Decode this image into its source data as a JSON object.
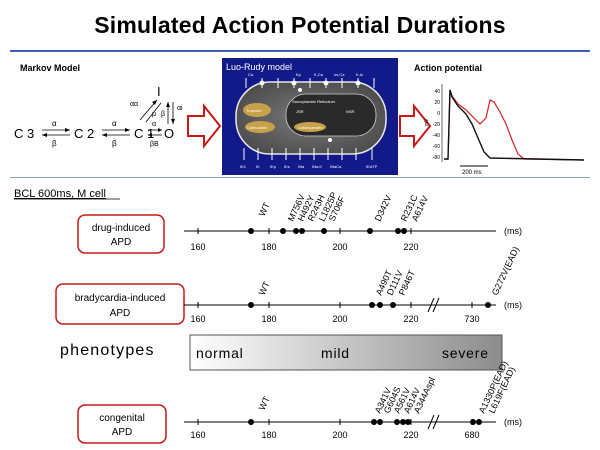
{
  "title": "Simulated Action Potential Durations",
  "top_panel": {
    "markov_label": "Markov Model",
    "lr_label": "Luo-Rudy model",
    "ap_label": "Action potential",
    "markov": {
      "states": [
        "C 3",
        "C 2",
        "C 1",
        "O",
        "I"
      ],
      "rates": [
        "α",
        "β",
        "α",
        "β",
        "α",
        "β",
        "α",
        "β",
        "βΒ",
        "αα",
        "μ",
        "β",
        "αi"
      ]
    },
    "cell_labels": {
      "top": [
        "I",
        "Ca",
        "ICa",
        "Ca,b",
        "Kp",
        "K,Ca",
        "ns,Ca",
        "Cl",
        "K,lo"
      ],
      "bottom": [
        "IK1",
        "IK",
        "IKp",
        "IKs",
        "INa",
        "INa,K",
        "INaCa",
        "INa,b",
        "ICa,T",
        "IKATP"
      ],
      "inside": [
        "Sarcoplasmic Reticulum",
        "JSR",
        "NSR",
        "Troponin",
        "Calmodulin",
        "Calsequestrin",
        "Iup",
        "Itr",
        "Irel",
        "Ileak"
      ]
    },
    "ap_plot": {
      "y_ticks": [
        "40",
        "20",
        "0",
        "-20",
        "-40",
        "-60",
        "-80"
      ],
      "scale_label": "200 ms",
      "ylabel": "mV"
    }
  },
  "condition_label": "BCL 600ms, M cell",
  "units": "(ms)",
  "rows": [
    {
      "name": "drug-induced\nAPD",
      "line1": "drug-induced",
      "line2": "APD",
      "ticks": [
        "160",
        "180",
        "200",
        "220"
      ],
      "mutations": [
        "WT",
        "M756V",
        "H492Y",
        "R243H",
        "L1825P",
        "S706F",
        "D342V",
        "R231C",
        "A614V"
      ]
    },
    {
      "line1": "bradycardia-induced",
      "line2": "APD",
      "ticks": [
        "160",
        "180",
        "200",
        "220",
        "730"
      ],
      "mutations": [
        "WT",
        "A490T",
        "D111V",
        "P846T",
        "G272V(EAD)"
      ]
    },
    {
      "line1": "congenital",
      "line2": "APD",
      "ticks": [
        "160",
        "180",
        "200",
        "220",
        "680"
      ],
      "mutations": [
        "WT",
        "A341V",
        "G604S",
        "A561V",
        "A614V",
        "A344Aspl",
        "A1330P(EAD)",
        "L619F(EAD)"
      ]
    }
  ],
  "phenotypes": {
    "label": "phenotypes",
    "scale": [
      "normal",
      "mild",
      "severe"
    ]
  }
}
